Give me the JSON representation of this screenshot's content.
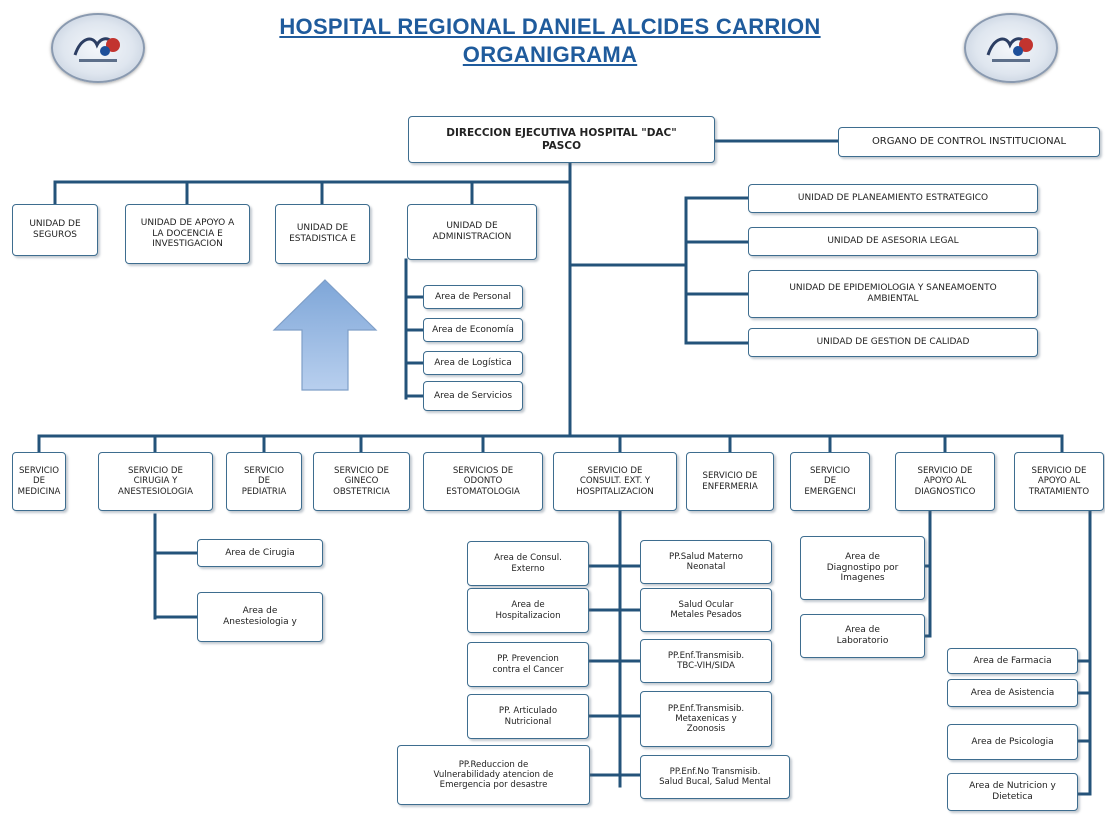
{
  "header": {
    "title_line1": "HOSPITAL REGIONAL DANIEL ALCIDES CARRION",
    "title_line2": "ORGANIGRAMA",
    "logo_left": "hospital-logo",
    "logo_right": "hospital-logo"
  },
  "colors": {
    "title": "#1f5b9c",
    "line": "#24537a",
    "box_border": "#3e6d8f",
    "arrow": "#8fb2dc"
  },
  "top": {
    "direccion": "DIRECCION EJECUTIVA HOSPITAL \"DAC\"\nPASCO",
    "organo_control": "ORGANO DE CONTROL INSTITUCIONAL"
  },
  "units_left": [
    "UNIDAD DE\nSEGUROS",
    "UNIDAD DE APOYO A\nLA DOCENCIA E\nINVESTIGACION",
    "UNIDAD DE\nESTADISTICA E",
    "UNIDAD DE\nADMINISTRACION"
  ],
  "admin_areas": [
    "Area de Personal",
    "Area de Economía",
    "Area de Logística",
    "Area de Servicios"
  ],
  "units_right": [
    "UNIDAD DE PLANEAMIENTO ESTRATEGICO",
    "UNIDAD DE ASESORIA LEGAL",
    "UNIDAD DE EPIDEMIOLOGIA Y SANEAMOENTO\nAMBIENTAL",
    "UNIDAD DE GESTION DE CALIDAD"
  ],
  "services": [
    "SERVICIO\nDE\nMEDICINA",
    "SERVICIO DE\nCIRUGIA Y\nANESTESIOLOGIA",
    "SERVICIO\nDE\nPEDIATRIA",
    "SERVICIO DE\nGINECO\nOBSTETRICIA",
    "SERVICIOS DE\nODONTO\nESTOMATOLOGIA",
    "SERVICIO DE\nCONSULT. EXT. Y\nHOSPITALIZACION",
    "SERVICIO DE\nENFERMERIA",
    "SERVICIO\nDE\nEMERGENCI",
    "SERVICIO DE\nAPOYO AL\nDIAGNOSTICO",
    "SERVICIO DE\nAPOYO AL\nTRATAMIENTO"
  ],
  "cirugia_areas": [
    "Area de Cirugia",
    "Area de\nAnestesiologia y"
  ],
  "consult_left": [
    "Area de Consul.\nExterno",
    "Area de\nHospitalizacion",
    "PP. Prevencion\ncontra el Cancer",
    "PP. Articulado\nNutricional",
    "PP.Reduccion de\nVulnerabilidady atencion de\nEmergencia por desastre"
  ],
  "consult_right": [
    "PP.Salud Materno\nNeonatal",
    "Salud Ocular\nMetales Pesados",
    "PP.Enf.Transmisib.\nTBC-VIH/SIDA",
    "PP.Enf.Transmisib.\nMetaxenicas y\nZoonosis",
    "PP.Enf.No Transmisib.\nSalud Bucal, Salud Mental"
  ],
  "diagnostico_areas": [
    "Area de\nDiagnostipo por\nImagenes",
    "Area de\nLaboratorio"
  ],
  "tratamiento_areas": [
    "Area de Farmacia",
    "Area de Asistencia",
    "Area de Psicologia",
    "Area de Nutricion y\nDietetica"
  ]
}
